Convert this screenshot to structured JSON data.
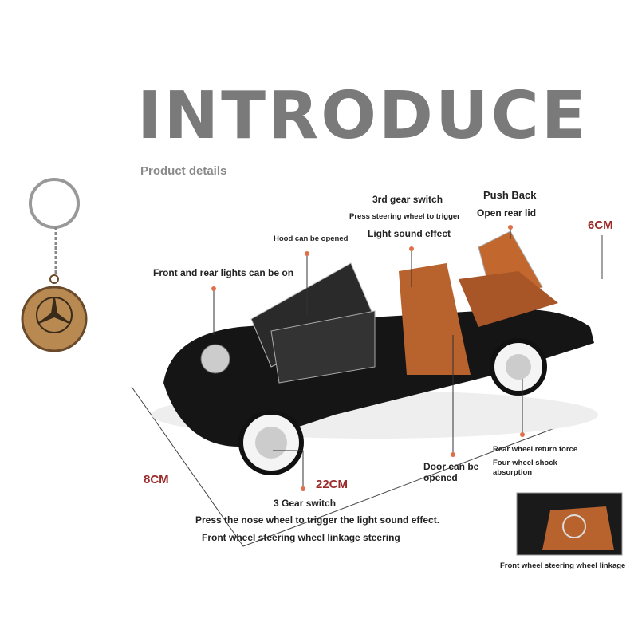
{
  "header": {
    "title": "INTRODUCE",
    "subtitle": "Product details"
  },
  "labels": {
    "gear3_title": "3rd gear switch",
    "gear3_press": "Press steering wheel to trigger",
    "gear3_effect": "Light sound effect",
    "push_back": "Push Back",
    "open_rear": "Open rear lid",
    "hood": "Hood can be opened",
    "lights": "Front and rear lights can be on",
    "rear_wheel": "Rear wheel return force",
    "shock1": "Four-wheel shock",
    "shock2": "absorption",
    "door1": "Door can be",
    "door2": "opened",
    "gear_switch": "3 Gear switch",
    "nose_wheel": "Press the nose wheel to trigger the light sound effect.",
    "steering": "Front wheel steering wheel linkage steering",
    "inset_caption": "Front wheel steering wheel linkage"
  },
  "dimensions": {
    "height": "6CM",
    "width": "8CM",
    "length": "22CM"
  },
  "colors": {
    "accent": "#9b2a2a",
    "dot": "#e0704a",
    "title": "#7a7a7a"
  }
}
